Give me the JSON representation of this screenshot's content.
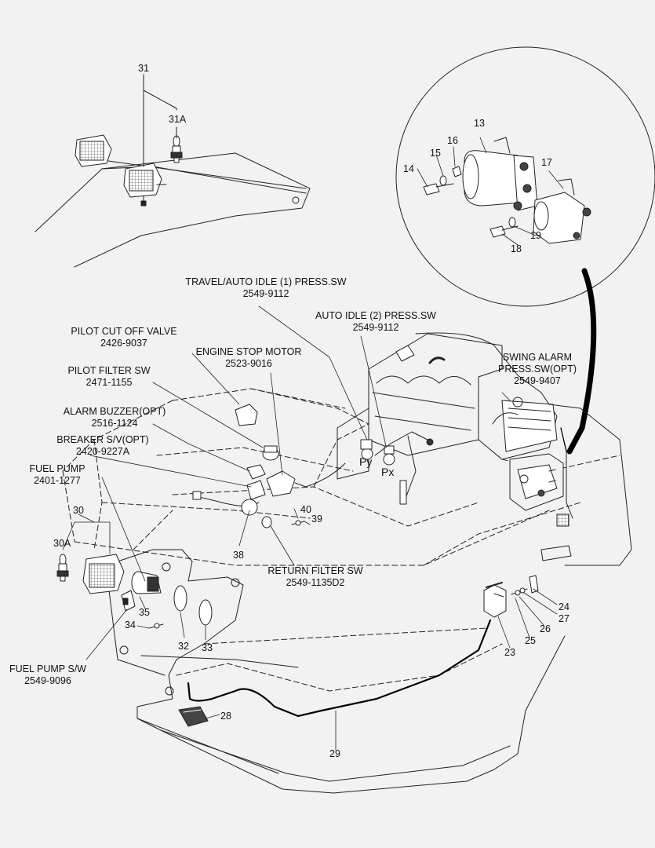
{
  "labels": {
    "travel_auto_idle_1": {
      "name": "TRAVEL/AUTO IDLE (1) PRESS.SW",
      "code": "2549-9112"
    },
    "auto_idle_2": {
      "name": "AUTO IDLE (2) PRESS.SW",
      "code": "2549-9112"
    },
    "pilot_cut_off_valve": {
      "name": "PILOT CUT OFF VALVE",
      "code": "2426-9037"
    },
    "engine_stop_motor": {
      "name": "ENGINE STOP MOTOR",
      "code": "2523-9016"
    },
    "swing_alarm": {
      "name1": "SWING ALARM",
      "name2": "PRESS.SW(OPT)",
      "code": "2549-9407"
    },
    "pilot_filter_sw": {
      "name": "PILOT FILTER SW",
      "code": "2471-1155"
    },
    "alarm_buzzer": {
      "name": "ALARM BUZZER(OPT)",
      "code": "2516-1124"
    },
    "breaker_sv": {
      "name": "BREAKER S/V(OPT)",
      "code": "2420-9227A"
    },
    "fuel_pump": {
      "name": "FUEL PUMP",
      "code": "2401-1277"
    },
    "return_filter_sw": {
      "name": "RETURN FILTER SW",
      "code": "2549-1135D2"
    },
    "fuel_pump_sw": {
      "name": "FUEL PUMP S/W",
      "code": "2549-9096"
    }
  },
  "port_labels": {
    "py": "Py",
    "px": "Px"
  },
  "callouts": {
    "c31": "31",
    "c31a": "31A",
    "c13": "13",
    "c14": "14",
    "c15": "15",
    "c16": "16",
    "c17": "17",
    "c18": "18",
    "c19": "19",
    "c30": "30",
    "c30a": "30A",
    "c40": "40",
    "c39": "39",
    "c38": "38",
    "c35": "35",
    "c34": "34",
    "c32": "32",
    "c33": "33",
    "c24": "24",
    "c27": "27",
    "c26": "26",
    "c25": "25",
    "c23": "23",
    "c28": "28",
    "c29": "29"
  }
}
